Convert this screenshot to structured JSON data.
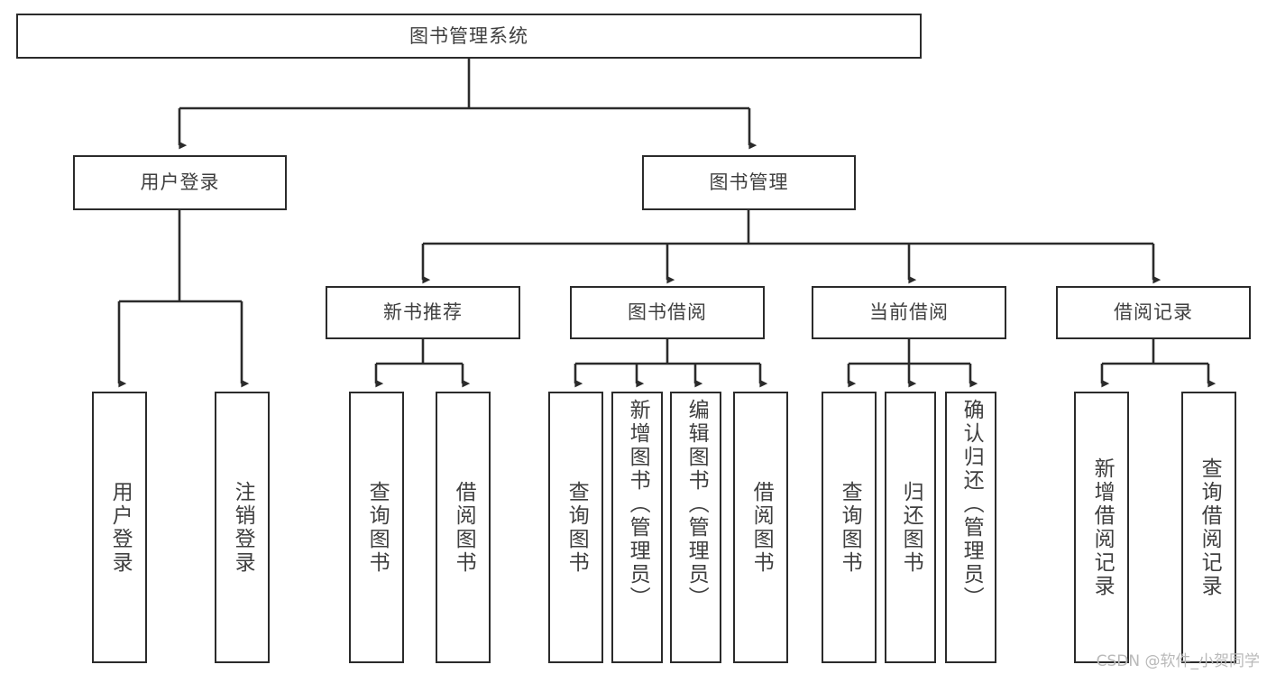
{
  "diagram": {
    "title": "图书管理系统",
    "type": "tree",
    "watermark": "CSDN @软件_小贺同学",
    "colors": {
      "border": "#2b2b2b",
      "text": "#3f3f3f",
      "background": "#ffffff",
      "watermark": "#b9b9b9"
    },
    "levels": {
      "root": {
        "label": "图书管理系统"
      },
      "level1": [
        {
          "label": "用户登录"
        },
        {
          "label": "图书管理"
        }
      ],
      "level2": [
        {
          "label": "新书推荐"
        },
        {
          "label": "图书借阅"
        },
        {
          "label": "当前借阅"
        },
        {
          "label": "借阅记录"
        }
      ],
      "leaves": {
        "user_login": [
          {
            "label": "用户登录"
          },
          {
            "label": "注销登录"
          }
        ],
        "new_book_recommend": [
          {
            "label": "查询图书"
          },
          {
            "label": "借阅图书"
          }
        ],
        "book_borrow": [
          {
            "label": "查询图书"
          },
          {
            "label": "新增图书（管理员）"
          },
          {
            "label": "编辑图书（管理员）"
          },
          {
            "label": "借阅图书"
          }
        ],
        "current_borrow": [
          {
            "label": "查询图书"
          },
          {
            "label": "归还图书"
          },
          {
            "label": "确认归还（管理员）"
          }
        ],
        "borrow_record": [
          {
            "label": "新增借阅记录"
          },
          {
            "label": "查询借阅记录"
          }
        ]
      }
    }
  }
}
